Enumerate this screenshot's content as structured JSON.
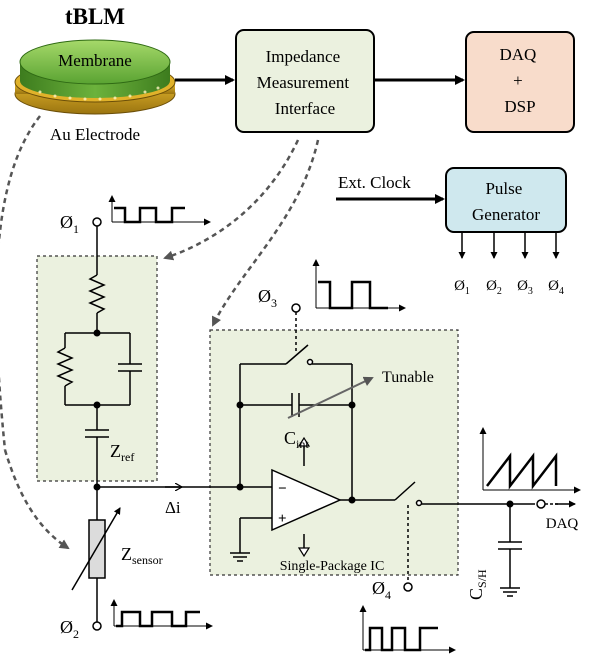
{
  "title": "tBLM",
  "membrane_label": "Membrane",
  "electrode_label": "Au Electrode",
  "blocks": {
    "impedance": [
      "Impedance",
      "Measurement",
      "Interface"
    ],
    "daq": [
      "DAQ",
      "+",
      "DSP"
    ],
    "pulse": [
      "Pulse",
      "Generator"
    ]
  },
  "ext_clock": "Ext. Clock",
  "phase_symbol": "Ø",
  "phases": [
    "1",
    "2",
    "3",
    "4"
  ],
  "circuit": {
    "zref": "Z",
    "zref_sub": "ref",
    "zsensor": "Z",
    "zsensor_sub": "sensor",
    "cint": "C",
    "cint_sub": "int",
    "tunable": "Tunable",
    "delta_i": "Δi",
    "ic_label": "Single-Package IC",
    "csh": "C",
    "csh_sub": "S/H",
    "daq_out": "DAQ",
    "opamp_minus": "−",
    "opamp_plus": "+"
  },
  "colors": {
    "box_fill": "#ebf1df",
    "daq_fill": "#f8dccb",
    "pulse_fill": "#cfe8ee",
    "membrane_green": "#7cc04a",
    "electrode_gold": "#d6a41c",
    "arrow_gray": "#555555"
  }
}
